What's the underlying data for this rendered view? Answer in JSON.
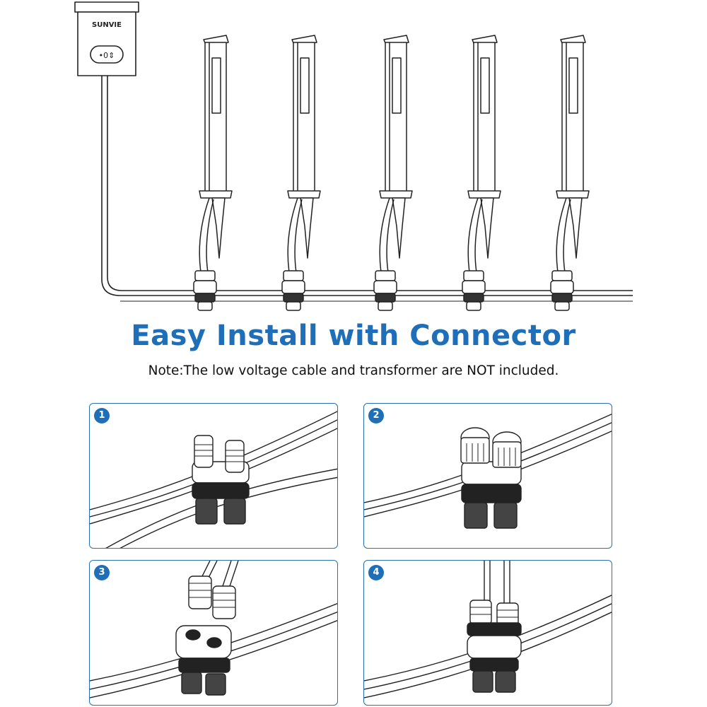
{
  "transformer": {
    "brand": "SUNVIE",
    "dial_glyph": "•0⇕"
  },
  "title": "Easy Install with Connector",
  "note": "Note:The low voltage cable and transformer are NOT included.",
  "steps": [
    {
      "number": "1"
    },
    {
      "number": "2"
    },
    {
      "number": "3"
    },
    {
      "number": "4"
    }
  ],
  "colors": {
    "accent": "#1f6fb8",
    "panel_border": "#2b6fb3",
    "line": "#222222"
  }
}
